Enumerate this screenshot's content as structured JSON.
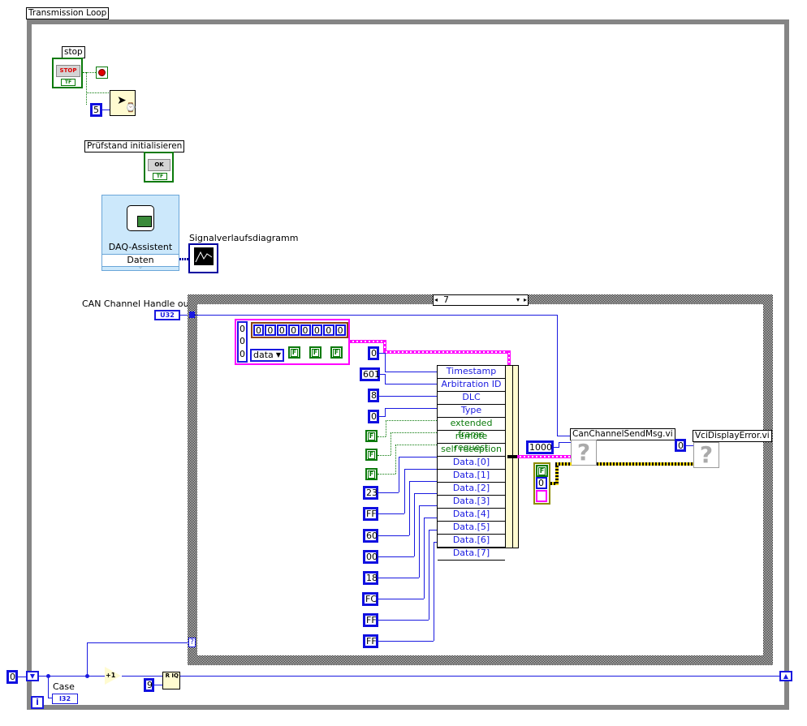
{
  "while_loop": {
    "label": "Transmission Loop",
    "iteration_terminal": "i",
    "shift_register_init": "0"
  },
  "stop_control": {
    "label": "stop",
    "button_text": "STOP",
    "type_text": "TF",
    "wait_ms_constant": "5"
  },
  "init_control": {
    "label": "Prüfstand initialisieren",
    "button_text": "OK",
    "type_text": "TF"
  },
  "daq_assistant": {
    "title": "DAQ-Assistent",
    "output_terminal": "Daten"
  },
  "waveform_chart": {
    "label": "Signalverlaufsdiagramm"
  },
  "can_handle": {
    "label": "CAN Channel Handle out",
    "type": "U32"
  },
  "case_structure": {
    "selector_value": "7",
    "selector_terminal": "?"
  },
  "cluster_constant": {
    "left_values": [
      "0",
      "0",
      "0"
    ],
    "array_values": [
      "0",
      "0",
      "0",
      "0",
      "0",
      "0",
      "0",
      "0"
    ],
    "enum_value": "data",
    "bools": [
      "F",
      "F",
      "F"
    ]
  },
  "bundle_inputs": {
    "timestamp": "0",
    "arbitration_id": "601",
    "dlc": "8",
    "type": "0",
    "extended_frame": "F",
    "remote_request": "F",
    "self_reception": "F",
    "data": [
      "23",
      "FF",
      "60",
      "00",
      "18",
      "FC",
      "FF",
      "FF"
    ]
  },
  "bundle_fields": [
    {
      "label": "Timestamp",
      "kind": "numeric"
    },
    {
      "label": "Arbitration ID",
      "kind": "numeric"
    },
    {
      "label": "DLC",
      "kind": "numeric"
    },
    {
      "label": "Type",
      "kind": "numeric"
    },
    {
      "label": "extended frame",
      "kind": "boolean"
    },
    {
      "label": "remote request",
      "kind": "boolean"
    },
    {
      "label": "self reception",
      "kind": "boolean"
    },
    {
      "label": "Data.[0]",
      "kind": "numeric"
    },
    {
      "label": "Data.[1]",
      "kind": "numeric"
    },
    {
      "label": "Data.[2]",
      "kind": "numeric"
    },
    {
      "label": "Data.[3]",
      "kind": "numeric"
    },
    {
      "label": "Data.[4]",
      "kind": "numeric"
    },
    {
      "label": "Data.[5]",
      "kind": "numeric"
    },
    {
      "label": "Data.[6]",
      "kind": "numeric"
    },
    {
      "label": "Data.[7]",
      "kind": "numeric"
    }
  ],
  "send_msg_vi": {
    "label": "CanChannelSendMsg.vi",
    "timeout_constant": "1000",
    "icon_glyph": "?"
  },
  "error_cluster": {
    "status": "F",
    "code": "0"
  },
  "display_error_vi": {
    "label": "VciDisplayError.vi",
    "constant": "0",
    "icon_glyph": "?"
  },
  "bottom_logic": {
    "case_indicator_label": "Case",
    "case_indicator_type": "I32",
    "increment_label": "+1",
    "divisor_constant": "9",
    "quotient_remainder_label": "R IQ"
  },
  "colors": {
    "numeric_wire": "#1a1ae0",
    "boolean_wire": "#0a7a0a",
    "cluster_wire": "#ff00ff",
    "error_wire": "#e8d000",
    "loop_frame": "#858585"
  }
}
